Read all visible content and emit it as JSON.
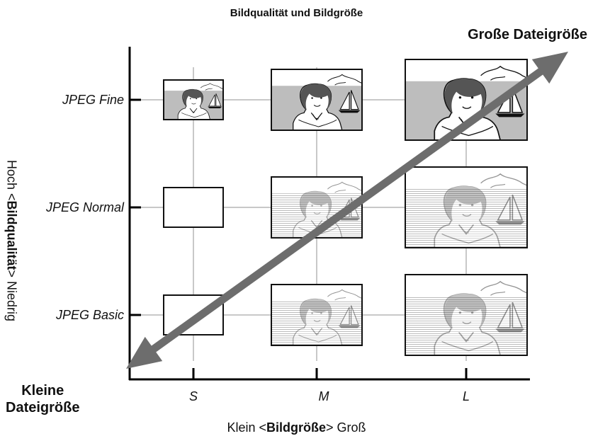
{
  "title": "Bildqualität und Bildgröße",
  "corner_top": "Große Dateigröße",
  "corner_bottom": [
    "Kleine",
    "Dateigröße"
  ],
  "y_axis": {
    "prefix": "Hoch <",
    "keyword": "Bildqualität",
    "suffix": "> Niedrig",
    "categories": [
      "JPEG Fine",
      "JPEG Normal",
      "JPEG Basic"
    ]
  },
  "x_axis": {
    "prefix": "Klein <",
    "keyword": "Bildgröße",
    "suffix": "> Groß",
    "categories": [
      "S",
      "M",
      "L"
    ]
  },
  "colors": {
    "grid": "#c8c8c8",
    "axis": "#000000",
    "arrow": "#6d6d6d",
    "photo_fine_sea": "#bdbdbd",
    "photo_faded": "#c8c8c8"
  },
  "cells": [
    {
      "quality": "JPEG Fine",
      "size": "S",
      "style": "photo"
    },
    {
      "quality": "JPEG Fine",
      "size": "M",
      "style": "photo"
    },
    {
      "quality": "JPEG Fine",
      "size": "L",
      "style": "photo"
    },
    {
      "quality": "JPEG Normal",
      "size": "S",
      "style": "blank"
    },
    {
      "quality": "JPEG Normal",
      "size": "M",
      "style": "faded"
    },
    {
      "quality": "JPEG Normal",
      "size": "L",
      "style": "faded"
    },
    {
      "quality": "JPEG Basic",
      "size": "S",
      "style": "blank"
    },
    {
      "quality": "JPEG Basic",
      "size": "M",
      "style": "faded"
    },
    {
      "quality": "JPEG Basic",
      "size": "L",
      "style": "faded"
    }
  ]
}
